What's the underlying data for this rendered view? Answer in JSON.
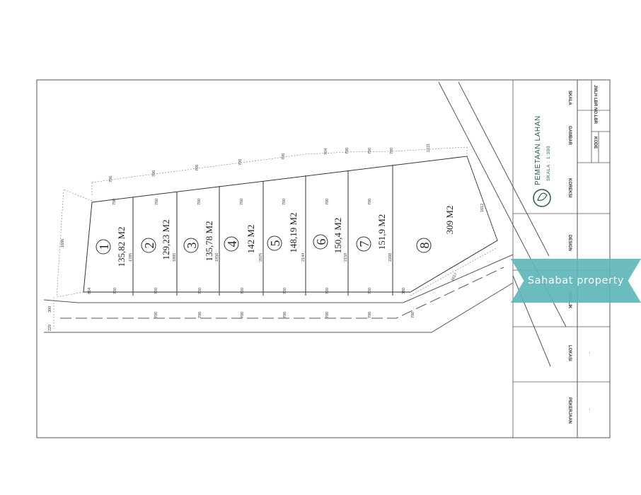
{
  "lots": [
    {
      "number": "1",
      "area": "135,82 M2"
    },
    {
      "number": "2",
      "area": "129,23 M2"
    },
    {
      "number": "3",
      "area": "135,78 M2"
    },
    {
      "number": "4",
      "area": "142 M2"
    },
    {
      "number": "5",
      "area": "148,19 M2"
    },
    {
      "number": "6",
      "area": "150,4 M2"
    },
    {
      "number": "7",
      "area": "151,9 M2"
    },
    {
      "number": "8",
      "area": "309 M2"
    }
  ],
  "dimensions": {
    "top_dims": [
      "706",
      "706",
      "706",
      "706",
      "706",
      "704",
      "700",
      "700",
      "700",
      "1221"
    ],
    "row1_widths": [
      "700",
      "700",
      "700",
      "700",
      "700",
      "700",
      "700"
    ],
    "row2_widths": [
      "700",
      "700",
      "700",
      "700",
      "700",
      "700",
      "700"
    ],
    "row3_widths": [
      "700",
      "700",
      "700",
      "700",
      "700",
      "700",
      "700"
    ],
    "depths": [
      "1785",
      "1885",
      "1950",
      "2075",
      "2144",
      "2159",
      "2208"
    ],
    "left_side": "1686",
    "left_bottom": "864",
    "lot8_right": "1612",
    "lot8_bottom": "1637",
    "lot8_small": "380",
    "road_a": "300",
    "road_b": "229"
  },
  "title_block": {
    "logo_title": "PEMETAAN LAHAN",
    "logo_scale": "SKALA : 1:300",
    "labels": {
      "skala": "SKALA",
      "gambar": "GAMBAR",
      "koreksi": "KOREKSI",
      "design": "DESIGN",
      "pemilik": "PEMILIK",
      "lokasi": "LOKASI",
      "pekerjaan": "PEKERJAAN",
      "kode": "KODE",
      "no_lbr": "NO.LBR",
      "jmlh_lbr": "JMLH LBR"
    },
    "values": {
      "pemilik": "-",
      "lokasi": "-",
      "pekerjaan": "-"
    }
  },
  "watermark": {
    "text": "Sahabat property"
  },
  "colors": {
    "linework": "#333333",
    "watermark": "#5fb7b9",
    "logo": "#2b5a4a"
  }
}
